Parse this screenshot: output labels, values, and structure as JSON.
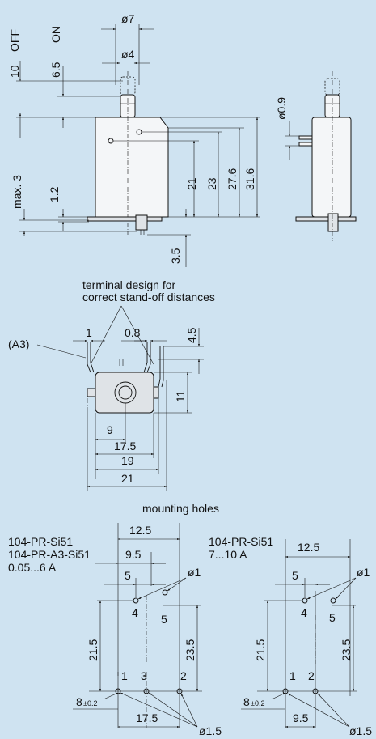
{
  "side_view": {
    "off": "OFF",
    "on": "ON",
    "d10": "10",
    "d6_5": "6.5",
    "dia7": "ø7",
    "dia4": "ø4",
    "max3": "max. 3",
    "d1_2": "1.2",
    "d21": "21",
    "d23": "23",
    "d27_6": "27.6",
    "d31_6": "31.6",
    "d3_5": "3.5"
  },
  "end_view": {
    "dia0_9": "ø0.9"
  },
  "terminal_view": {
    "caption_1": "terminal design for",
    "caption_2": "correct stand-off distances",
    "a3": "(A3)",
    "d1": "1",
    "d0_8": "0.8",
    "d4_5": "4.5",
    "d11": "11",
    "d9": "9",
    "d17_5": "17.5",
    "d19": "19",
    "d21": "21"
  },
  "mounting": {
    "title": "mounting holes",
    "left": {
      "model_1": "104-PR-Si51",
      "model_2": "104-PR-A3-Si51",
      "range": "0.05...6 A",
      "d12_5": "12.5",
      "d9_5": "9.5",
      "d5": "5",
      "dia1": "ø1",
      "pin4": "4",
      "pin5": "5",
      "d21_5": "21.5",
      "d23_5": "23.5",
      "pin1": "1",
      "pin3": "3",
      "pin2": "2",
      "d8": "8",
      "tol": "±0.2",
      "d17_5": "17.5",
      "dia1_5": "ø1.5"
    },
    "right": {
      "model": "104-PR-Si51",
      "range": "7...10 A",
      "d12_5": "12.5",
      "d5": "5",
      "dia1": "ø1",
      "pin4": "4",
      "pin5": "5",
      "d21_5": "21.5",
      "d23_5": "23.5",
      "pin1": "1",
      "pin2": "2",
      "d8": "8",
      "tol": "±0.2",
      "d9_5": "9.5",
      "dia1_5": "ø1.5"
    }
  }
}
